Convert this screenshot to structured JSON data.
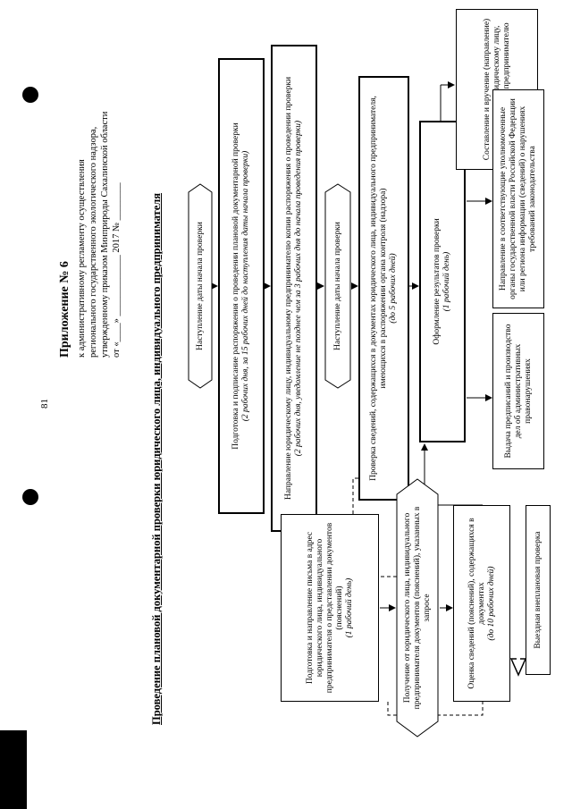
{
  "page_number": "81",
  "appendix": {
    "title": "Приложение № 6",
    "line1": "к административному регламенту осуществления",
    "line2": "регионального государственного экологического надзора,",
    "line3": "утвержденному приказом Минприроды Сахалинской области",
    "line4": "от «____» _____________ 2017 № ________"
  },
  "heading": "Проведение плановой документарной проверки юридического лица, индивидуального предпринимателя",
  "nodes": {
    "start1": "Наступление даты начала проверки",
    "prep_order": {
      "text": "Подготовка и подписание распоряжения о проведении плановой документарной проверки",
      "note": "(2 рабочих дня, за 15 рабочих дней до наступления даты начала проверки)"
    },
    "send_order": {
      "text": "Направление юридическому лицу, индивидуальному предпринимателю копии распоряжения о проведении проверки",
      "note": "(2 рабочих дня, уведомление не позднее чем за 3 рабочих дня до начала проведения проверки)"
    },
    "start2": "Наступление даты начала проверки",
    "check_docs": {
      "text": "Проверка сведений, содержащихся в документах юридического лица, индивидуального предпринимателя, имеющихся в распоряжении органа контроля (надзора)",
      "note": "(до 5 рабочих дней)"
    },
    "results": {
      "text": "Оформление результатов проверки",
      "note": "(1 рабочий день)"
    },
    "act": "Составление и вручение (направление) акта проверки юридическому лицу, индивидуальному предпринимателю",
    "orders": "Выдача предписаний и производство дел об административных правонарушениях",
    "inform": "Направление в соответствующие уполномоченные органы государственной власти Российской Федерации или региона информации (сведений) о нарушениях требований законодательства",
    "letter": {
      "text": "Подготовка и направление письма в адрес юридического лица, индивидуального предпринимателя о представлении документов (пояснений)",
      "note": "(1 рабочий день)"
    },
    "receive": "Получение от юридического лица, индивидуального предпринимателя документов (пояснений), указанных в запросе",
    "evaluate": {
      "text": "Оценка сведений (пояснений), содержащихся в документах",
      "note": "(до 10 рабочих дней)"
    },
    "field_check": "Выездная внеплановая проверка"
  }
}
